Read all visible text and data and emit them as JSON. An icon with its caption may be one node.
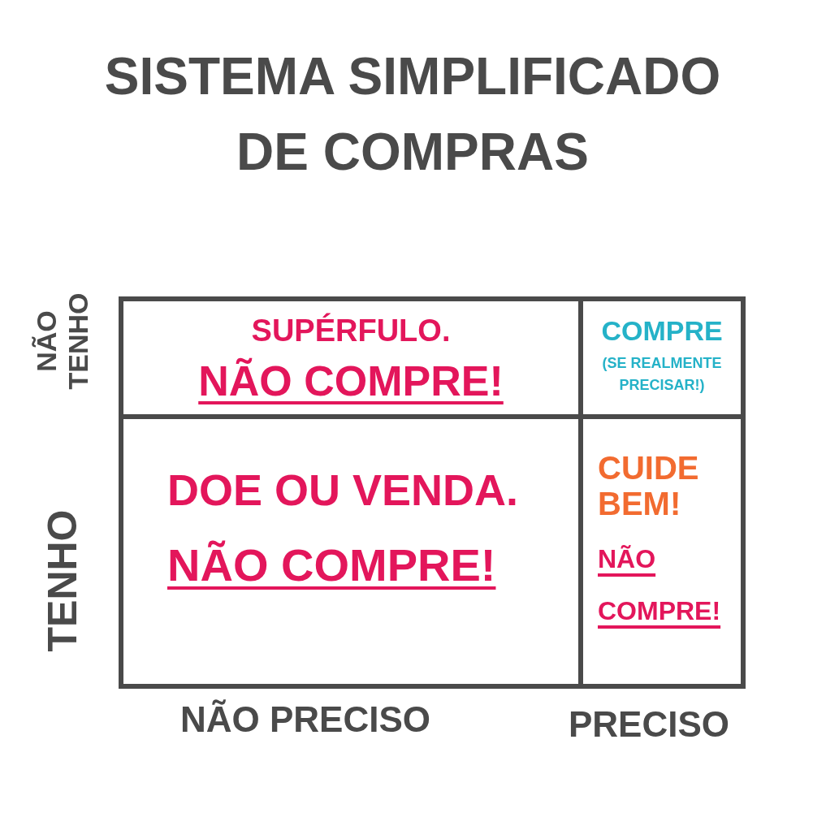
{
  "diagram": {
    "title": "SISTEMA SIMPLIFICADO DE COMPRAS",
    "nodes": [
      {
        "text": [
          "SUPÉRFULO.",
          "NÃO COMPRE!"
        ]
      },
      {
        "text": [
          "COMPRE",
          "(SE REALMENTE PRECISAR!)"
        ]
      },
      {
        "text": [
          "DOE OU VENDA.",
          "NÃO COMPRE!"
        ]
      },
      {
        "text": [
          "CUIDE BEM!",
          "NÃO COMPRE!"
        ]
      }
    ],
    "labels": [
      "NÃO TENHO",
      "TENHO",
      "NÃO PRECISO",
      "PRECISO"
    ]
  }
}
